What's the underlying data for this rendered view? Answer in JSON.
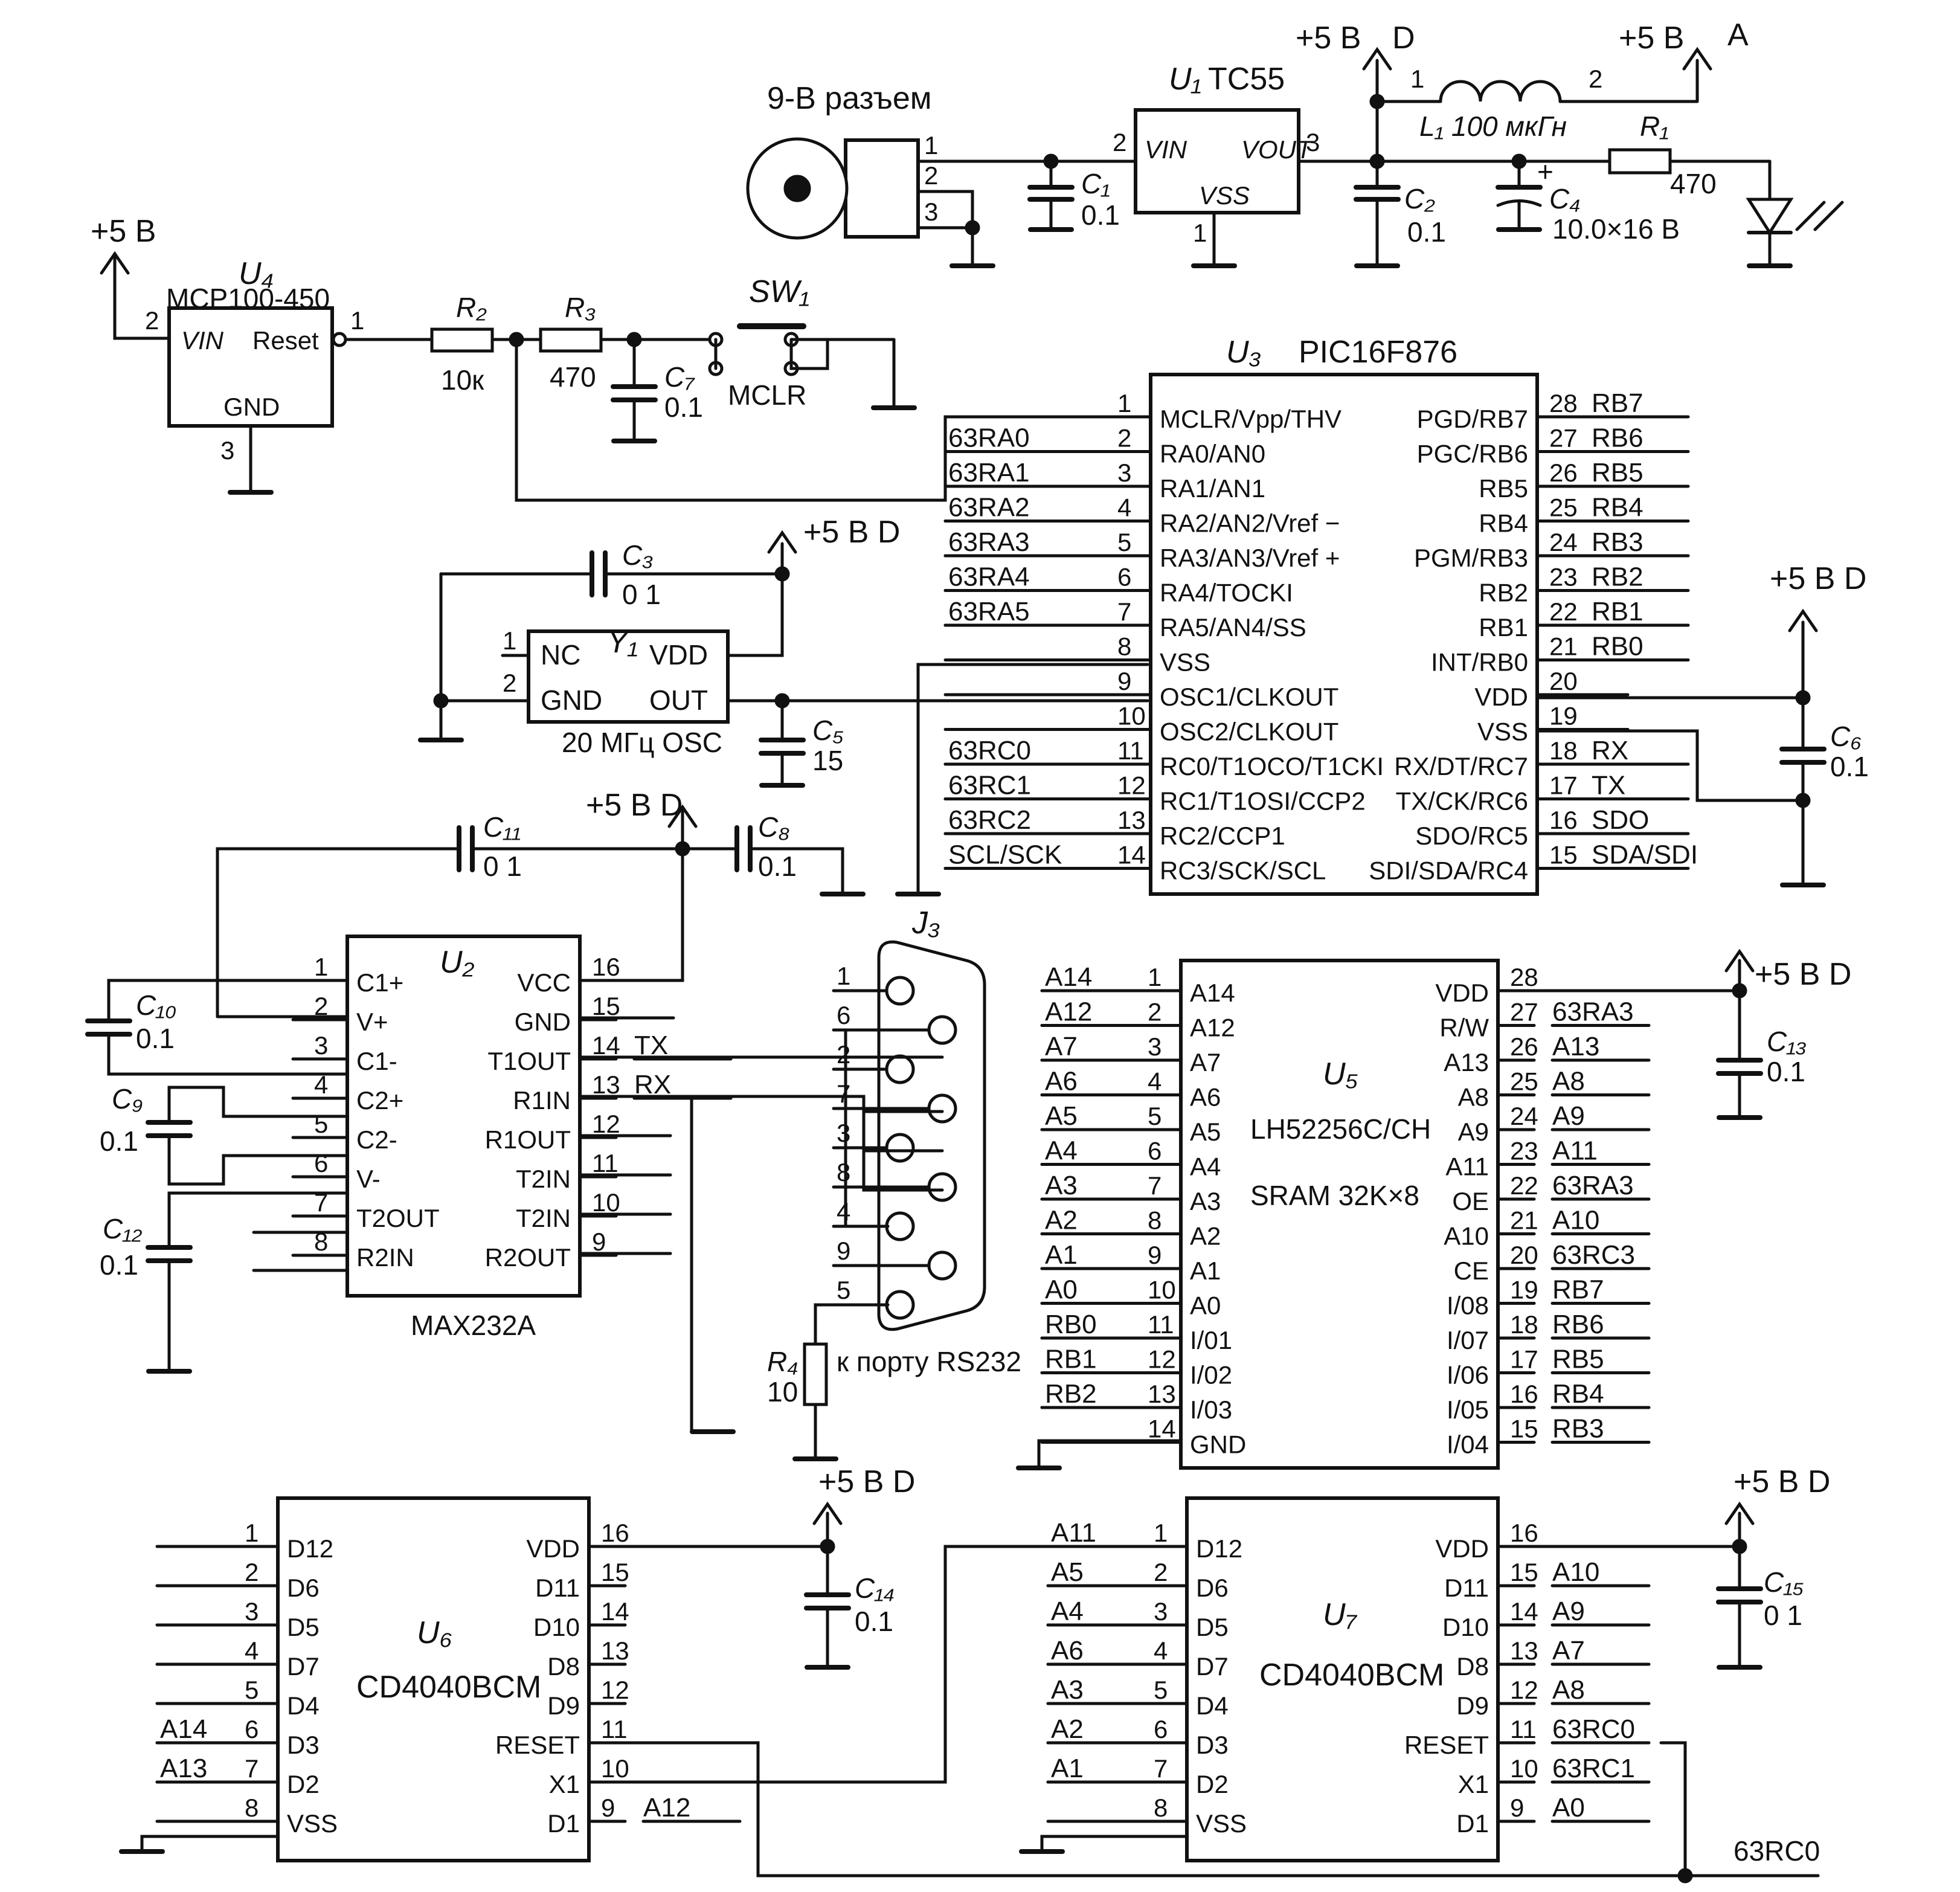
{
  "power": {
    "plus5": "+5 В",
    "plus5d": "+5 В D",
    "node_d": "D",
    "node_a": "A"
  },
  "supply": {
    "connector": "9-В разъем",
    "u1_name": "U₁",
    "u1_type": "TC55",
    "u1_vin": "VIN",
    "u1_vout": "VOUT",
    "u1_vss": "VSS",
    "c1": "C₁",
    "c1v": "0.1",
    "c2": "C₂",
    "c2v": "0.1",
    "c4": "C₄",
    "c4v": "10.0×16 В",
    "l1": "L₁ 100 мкГн",
    "r1": "R₁",
    "r1v": "470"
  },
  "reset": {
    "u4_name": "U₄",
    "u4_type": "MCP100-450",
    "vin": "VIN",
    "reset": "Reset",
    "gnd": "GND",
    "r2": "R₂",
    "r2v": "10к",
    "r3": "R₃",
    "r3v": "470",
    "c7": "C₇",
    "c7v": "0.1",
    "sw": "SW₁",
    "mclr": "MCLR"
  },
  "osc": {
    "c3": "C₃",
    "c3v": "0 1",
    "y1": "Y₁",
    "nc": "NC",
    "gnd": "GND",
    "vdd": "VDD",
    "out": "OUT",
    "type": "20 МГц OSC",
    "c5": "C₅",
    "c5v": "15"
  },
  "u3": {
    "name": "U₃",
    "type": "PIC16F876",
    "left_pins": [
      {
        "n": "1",
        "name": "MCLR/Vpp/THV",
        "net": ""
      },
      {
        "n": "2",
        "name": "RA0/AN0",
        "net": "63RA0"
      },
      {
        "n": "3",
        "name": "RA1/AN1",
        "net": "63RA1"
      },
      {
        "n": "4",
        "name": "RA2/AN2/Vref −",
        "net": "63RA2"
      },
      {
        "n": "5",
        "name": "RA3/AN3/Vref +",
        "net": "63RA3"
      },
      {
        "n": "6",
        "name": "RA4/TOCKI",
        "net": "63RA4"
      },
      {
        "n": "7",
        "name": "RA5/AN4/SS",
        "net": "63RA5"
      },
      {
        "n": "8",
        "name": "VSS",
        "net": ""
      },
      {
        "n": "9",
        "name": "OSC1/CLKOUT",
        "net": ""
      },
      {
        "n": "10",
        "name": "OSC2/CLKOUT",
        "net": ""
      },
      {
        "n": "11",
        "name": "RC0/T1OCO/T1CKI",
        "net": "63RC0"
      },
      {
        "n": "12",
        "name": "RC1/T1OSI/CCP2",
        "net": "63RC1"
      },
      {
        "n": "13",
        "name": "RC2/CCP1",
        "net": "63RC2"
      },
      {
        "n": "14",
        "name": "RC3/SCK/SCL",
        "net": "SCL/SCK"
      }
    ],
    "right_pins": [
      {
        "n": "28",
        "name": "PGD/RB7",
        "net": "RB7"
      },
      {
        "n": "27",
        "name": "PGC/RB6",
        "net": "RB6"
      },
      {
        "n": "26",
        "name": "RB5",
        "net": "RB5"
      },
      {
        "n": "25",
        "name": "RB4",
        "net": "RB4"
      },
      {
        "n": "24",
        "name": "PGM/RB3",
        "net": "RB3"
      },
      {
        "n": "23",
        "name": "RB2",
        "net": "RB2"
      },
      {
        "n": "22",
        "name": "RB1",
        "net": "RB1"
      },
      {
        "n": "21",
        "name": "INT/RB0",
        "net": "RB0"
      },
      {
        "n": "20",
        "name": "VDD",
        "net": ""
      },
      {
        "n": "19",
        "name": "VSS",
        "net": ""
      },
      {
        "n": "18",
        "name": "RX/DT/RC7",
        "net": "RX"
      },
      {
        "n": "17",
        "name": "TX/CK/RC6",
        "net": "TX"
      },
      {
        "n": "16",
        "name": "SDO/RC5",
        "net": "SDO"
      },
      {
        "n": "15",
        "name": "SDI/SDA/RC4",
        "net": "SDA/SDI"
      }
    ],
    "c6": "C₆",
    "c6v": "0.1"
  },
  "u2": {
    "name": "U₂",
    "type": "MAX232A",
    "left_pins": [
      {
        "n": "1",
        "name": "C1+"
      },
      {
        "n": "2",
        "name": "V+"
      },
      {
        "n": "3",
        "name": "C1-"
      },
      {
        "n": "4",
        "name": "C2+"
      },
      {
        "n": "5",
        "name": "C2-"
      },
      {
        "n": "6",
        "name": "V-"
      },
      {
        "n": "7",
        "name": "T2OUT"
      },
      {
        "n": "8",
        "name": "R2IN"
      }
    ],
    "right_pins": [
      {
        "n": "16",
        "name": "VCC",
        "net": ""
      },
      {
        "n": "15",
        "name": "GND",
        "net": ""
      },
      {
        "n": "14",
        "name": "T1OUT",
        "net": "TX"
      },
      {
        "n": "13",
        "name": "R1IN",
        "net": "RX"
      },
      {
        "n": "12",
        "name": "R1OUT",
        "net": ""
      },
      {
        "n": "11",
        "name": "T2IN",
        "net": ""
      },
      {
        "n": "10",
        "name": "T2IN",
        "net": ""
      },
      {
        "n": "9",
        "name": "R2OUT",
        "net": ""
      }
    ],
    "c8": "C₈",
    "c8v": "0.1",
    "c9": "C₉",
    "c9v": "0.1",
    "c10": "C₁₀",
    "c10v": "0.1",
    "c11": "C₁₁",
    "c11v": "0 1",
    "c12": "C₁₂",
    "c12v": "0.1"
  },
  "j3": {
    "name": "J₃",
    "pins": [
      "1",
      "6",
      "2",
      "7",
      "3",
      "8",
      "4",
      "9",
      "5"
    ],
    "r4": "R₄",
    "r4v": "10",
    "port": "к порту RS232"
  },
  "u5": {
    "name": "U₅",
    "type": "LH52256C/CH",
    "desc": "SRAM 32K×8",
    "left_pins": [
      {
        "n": "1",
        "name": "A14",
        "net": "A14"
      },
      {
        "n": "2",
        "name": "A12",
        "net": "A12"
      },
      {
        "n": "3",
        "name": "A7",
        "net": "A7"
      },
      {
        "n": "4",
        "name": "A6",
        "net": "A6"
      },
      {
        "n": "5",
        "name": "A5",
        "net": "A5"
      },
      {
        "n": "6",
        "name": "A4",
        "net": "A4"
      },
      {
        "n": "7",
        "name": "A3",
        "net": "A3"
      },
      {
        "n": "8",
        "name": "A2",
        "net": "A2"
      },
      {
        "n": "9",
        "name": "A1",
        "net": "A1"
      },
      {
        "n": "10",
        "name": "A0",
        "net": "A0"
      },
      {
        "n": "11",
        "name": "I/01",
        "net": "RB0"
      },
      {
        "n": "12",
        "name": "I/02",
        "net": "RB1"
      },
      {
        "n": "13",
        "name": "I/03",
        "net": "RB2"
      },
      {
        "n": "14",
        "name": "GND",
        "net": ""
      }
    ],
    "right_pins": [
      {
        "n": "28",
        "name": "VDD",
        "net": ""
      },
      {
        "n": "27",
        "name": "R/W",
        "net": "63RA3"
      },
      {
        "n": "26",
        "name": "A13",
        "net": "A13"
      },
      {
        "n": "25",
        "name": "A8",
        "net": "A8"
      },
      {
        "n": "24",
        "name": "A9",
        "net": "A9"
      },
      {
        "n": "23",
        "name": "A11",
        "net": "A11"
      },
      {
        "n": "22",
        "name": "OE",
        "net": "63RA3"
      },
      {
        "n": "21",
        "name": "A10",
        "net": "A10"
      },
      {
        "n": "20",
        "name": "CE",
        "net": "63RC3"
      },
      {
        "n": "19",
        "name": "I/08",
        "net": "RB7"
      },
      {
        "n": "18",
        "name": "I/07",
        "net": "RB6"
      },
      {
        "n": "17",
        "name": "I/06",
        "net": "RB5"
      },
      {
        "n": "16",
        "name": "I/05",
        "net": "RB4"
      },
      {
        "n": "15",
        "name": "I/04",
        "net": "RB3"
      }
    ],
    "c13": "C₁₃",
    "c13v": "0.1"
  },
  "u6": {
    "name": "U₆",
    "type": "CD4040BCM",
    "left_pins": [
      {
        "n": "1",
        "name": "D12",
        "net": ""
      },
      {
        "n": "2",
        "name": "D6",
        "net": ""
      },
      {
        "n": "3",
        "name": "D5",
        "net": ""
      },
      {
        "n": "4",
        "name": "D7",
        "net": ""
      },
      {
        "n": "5",
        "name": "D4",
        "net": ""
      },
      {
        "n": "6",
        "name": "D3",
        "net": "A14"
      },
      {
        "n": "7",
        "name": "D2",
        "net": "A13"
      },
      {
        "n": "8",
        "name": "VSS",
        "net": ""
      }
    ],
    "right_pins": [
      {
        "n": "16",
        "name": "VDD",
        "net": ""
      },
      {
        "n": "15",
        "name": "D11",
        "net": ""
      },
      {
        "n": "14",
        "name": "D10",
        "net": ""
      },
      {
        "n": "13",
        "name": "D8",
        "net": ""
      },
      {
        "n": "12",
        "name": "D9",
        "net": ""
      },
      {
        "n": "11",
        "name": "RESET",
        "net": ""
      },
      {
        "n": "10",
        "name": "X1",
        "net": ""
      },
      {
        "n": "9",
        "name": "D1",
        "net": "A12"
      }
    ],
    "c14": "C₁₄",
    "c14v": "0.1"
  },
  "u7": {
    "name": "U₇",
    "type": "CD4040BCM",
    "left_pins": [
      {
        "n": "1",
        "name": "D12",
        "net": "A11"
      },
      {
        "n": "2",
        "name": "D6",
        "net": "A5"
      },
      {
        "n": "3",
        "name": "D5",
        "net": "A4"
      },
      {
        "n": "4",
        "name": "D7",
        "net": "A6"
      },
      {
        "n": "5",
        "name": "D4",
        "net": "A3"
      },
      {
        "n": "6",
        "name": "D3",
        "net": "A2"
      },
      {
        "n": "7",
        "name": "D2",
        "net": "A1"
      },
      {
        "n": "8",
        "name": "VSS",
        "net": ""
      }
    ],
    "right_pins": [
      {
        "n": "16",
        "name": "VDD",
        "net": ""
      },
      {
        "n": "15",
        "name": "D11",
        "net": "A10"
      },
      {
        "n": "14",
        "name": "D10",
        "net": "A9"
      },
      {
        "n": "13",
        "name": "D8",
        "net": "A7"
      },
      {
        "n": "12",
        "name": "D9",
        "net": "A8"
      },
      {
        "n": "11",
        "name": "RESET",
        "net": "63RC0"
      },
      {
        "n": "10",
        "name": "X1",
        "net": "63RC1"
      },
      {
        "n": "9",
        "name": "D1",
        "net": "A0"
      }
    ],
    "c15": "C₁₅",
    "c15v": "0 1",
    "rc0_label": "63RC0"
  }
}
